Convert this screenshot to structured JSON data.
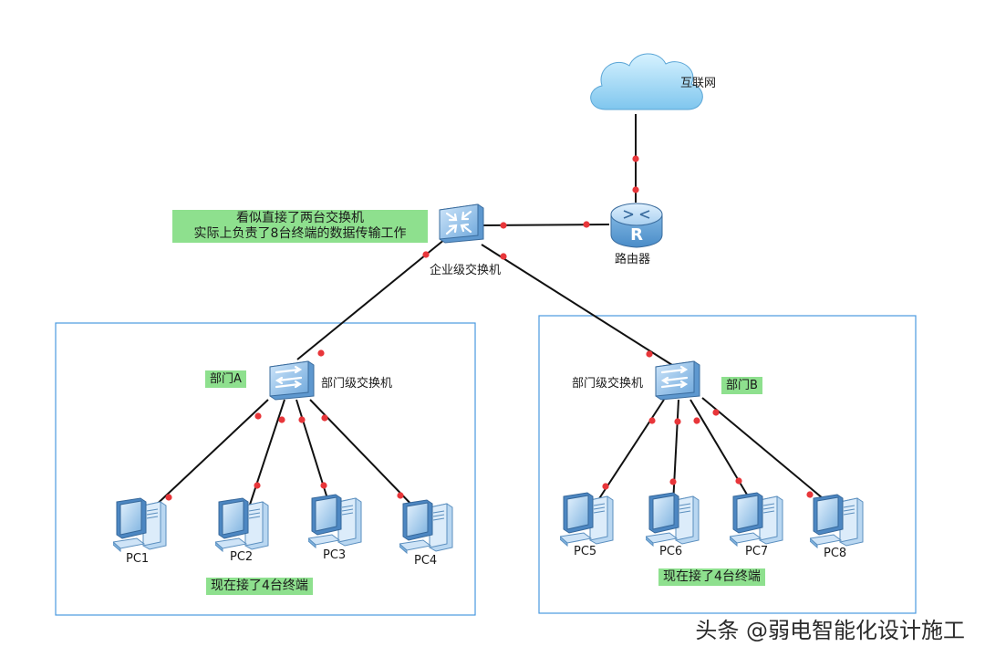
{
  "nodes": {
    "internet": "互联网",
    "router": "路由器",
    "core_switch": "企业级交换机",
    "dept_switch_a": "部门级交换机",
    "dept_switch_b": "部门级交换机"
  },
  "badges": {
    "dept_a": "部门A",
    "dept_b": "部门B"
  },
  "note": {
    "line1": "看似直接了两台交换机",
    "line2": "实际上负责了8台终端的数据传输工作"
  },
  "terminals_note_a": "现在接了4台终端",
  "terminals_note_b": "现在接了4台终端",
  "pcs": [
    "PC1",
    "PC2",
    "PC3",
    "PC4",
    "PC5",
    "PC6",
    "PC7",
    "PC8"
  ],
  "watermark": "头条 @弱电智能化设计施工",
  "colors": {
    "link": "#111111",
    "port_dot": "#e8363a",
    "group_border": "#4a9ae0",
    "highlight": "#8ee08e",
    "device_blue": "#6fa8dc"
  },
  "icons": {
    "cloud": "cloud-icon",
    "router": "router-icon",
    "switch": "switch-icon",
    "pc": "pc-icon"
  }
}
